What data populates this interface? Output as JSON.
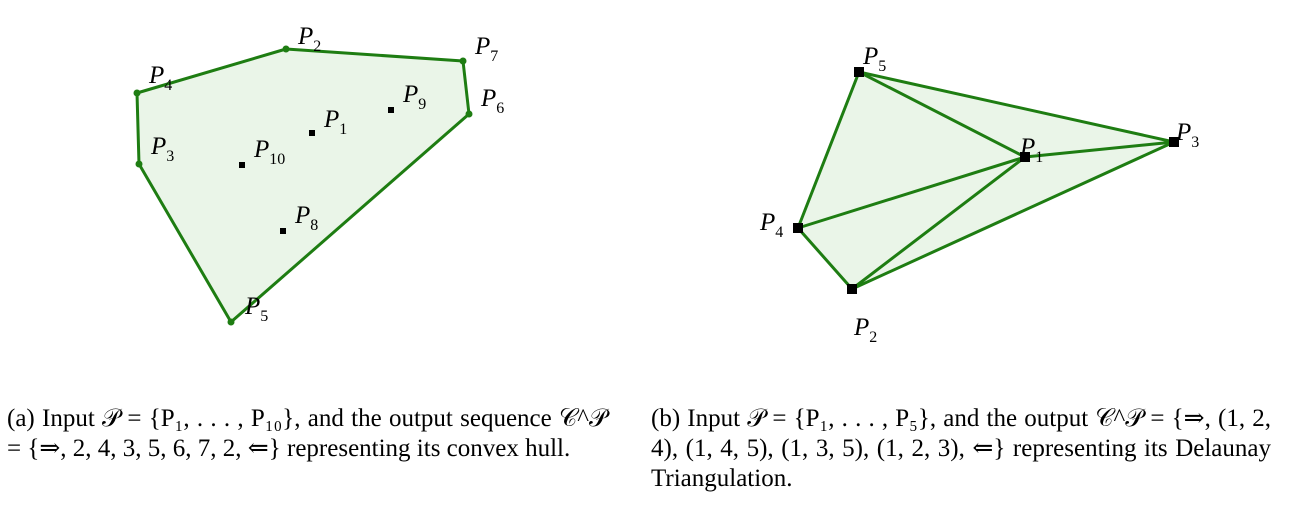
{
  "colors": {
    "edge": "#1e7d12",
    "fill": "#eaf5e8",
    "vertex": "#1e7d12",
    "point": "#000000"
  },
  "panel_a": {
    "hull_order": [
      "P2",
      "P7",
      "P6",
      "P5",
      "P3",
      "P4"
    ],
    "hull_points": [
      {
        "id": "P2",
        "sub": "2"
      },
      {
        "id": "P7",
        "sub": "7"
      },
      {
        "id": "P6",
        "sub": "6"
      },
      {
        "id": "P5",
        "sub": "5"
      },
      {
        "id": "P3",
        "sub": "3"
      },
      {
        "id": "P4",
        "sub": "4"
      }
    ],
    "interior_points": [
      {
        "id": "P1",
        "sub": "1"
      },
      {
        "id": "P9",
        "sub": "9"
      },
      {
        "id": "P10",
        "sub": "10"
      },
      {
        "id": "P8",
        "sub": "8"
      }
    ],
    "caption": "(a) Input 𝒫 = {P₁, . . . , P₁₀}, and the output sequence 𝒞^𝒫 = {⇒, 2, 4, 3, 5, 6, 7, 2, ⇐} representing its convex hull."
  },
  "panel_b": {
    "points": [
      {
        "id": "P5",
        "sub": "5"
      },
      {
        "id": "P1",
        "sub": "1"
      },
      {
        "id": "P3",
        "sub": "3"
      },
      {
        "id": "P4",
        "sub": "4"
      },
      {
        "id": "P2",
        "sub": "2"
      }
    ],
    "triangles": [
      [
        "P1",
        "P2",
        "P4"
      ],
      [
        "P1",
        "P4",
        "P5"
      ],
      [
        "P1",
        "P3",
        "P5"
      ],
      [
        "P1",
        "P2",
        "P3"
      ]
    ],
    "caption": "(b) Input 𝒫 = {P₁, . . . , P₅}, and the output 𝒞^𝒫 = {⇒, (1, 2, 4), (1, 4, 5), (1, 3, 5), (1, 2, 3), ⇐} representing its Delaunay Triangulation."
  }
}
